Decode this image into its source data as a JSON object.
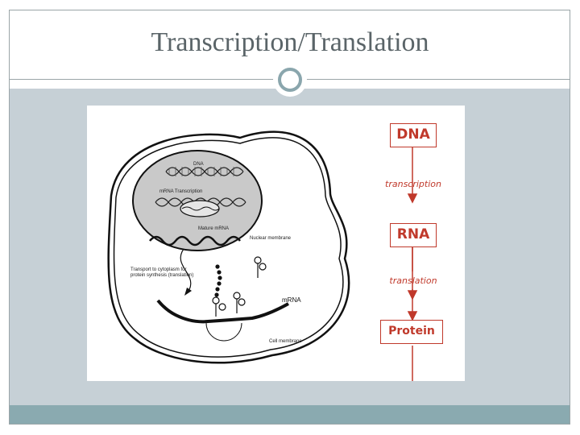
{
  "slide": {
    "title": "Transcription/Translation"
  },
  "cell_diagram": {
    "labels": {
      "dna": "DNA",
      "mrna_transcription": "mRNA Transcription",
      "mature_mrna": "Mature mRNA",
      "nuclear_membrane": "Nuclear membrane",
      "transport_line1": "Transport to cytoplasm for",
      "transport_line2": "protein synthesis (translation)",
      "mrna": "mRNA",
      "cell_membrane": "Cell membrane"
    }
  },
  "flow": {
    "dna": "DNA",
    "transcription": "transcription",
    "rna": "RNA",
    "translation": "translation",
    "protein": "Protein"
  },
  "colors": {
    "accent_red": "#c0392b",
    "band_blue_gray": "#c6d0d6",
    "bottom_teal": "#8aaab0"
  }
}
